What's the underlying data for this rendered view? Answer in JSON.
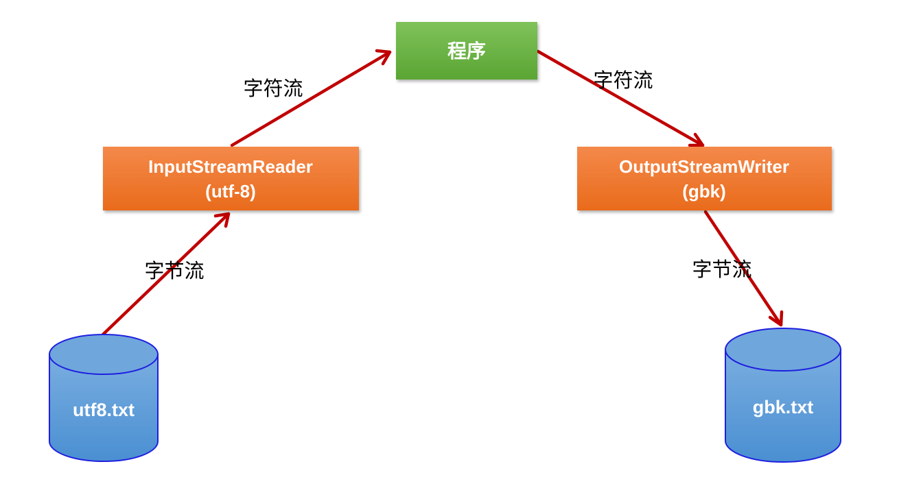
{
  "nodes": {
    "program": {
      "label": "程序"
    },
    "reader": {
      "line1": "InputStreamReader",
      "line2": "(utf-8)"
    },
    "writer": {
      "line1": "OutputStreamWriter",
      "line2": "(gbk)"
    },
    "source_file": {
      "label": "utf8.txt"
    },
    "target_file": {
      "label": "gbk.txt"
    }
  },
  "edges": {
    "reader_to_program": {
      "label": "字符流"
    },
    "program_to_writer": {
      "label": "字符流"
    },
    "source_to_reader": {
      "label": "字节流"
    },
    "writer_to_target": {
      "label": "字节流"
    }
  },
  "colors": {
    "program_fill": "#6ab443",
    "stream_fill": "#ec7428",
    "file_fill": "#5b9bd5",
    "file_outline": "#1f1fe0",
    "arrow": "#c00000"
  }
}
